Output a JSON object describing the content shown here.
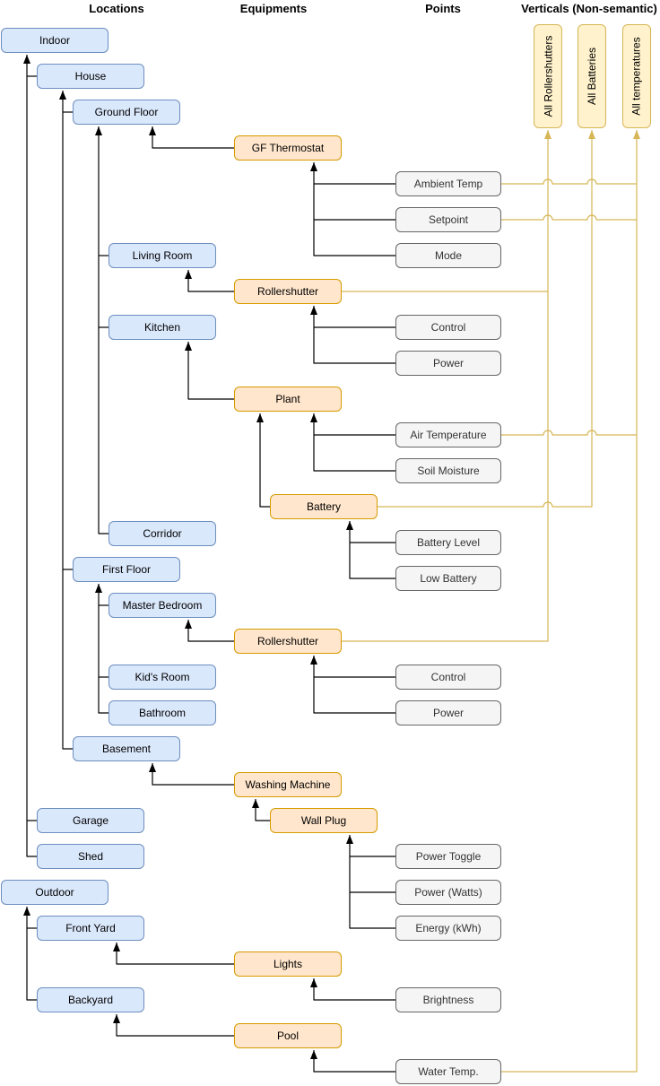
{
  "headers": {
    "locations": "Locations",
    "equipments": "Equipments",
    "points": "Points",
    "verticals": "Verticals (Non-semantic)"
  },
  "locations": {
    "indoor": "Indoor",
    "house": "House",
    "ground_floor": "Ground Floor",
    "living_room": "Living Room",
    "kitchen": "Kitchen",
    "corridor": "Corridor",
    "first_floor": "First Floor",
    "master_bedroom": "Master Bedroom",
    "kids_room": "Kid's Room",
    "bathroom": "Bathroom",
    "basement": "Basement",
    "garage": "Garage",
    "shed": "Shed",
    "outdoor": "Outdoor",
    "front_yard": "Front Yard",
    "backyard": "Backyard"
  },
  "equipments": {
    "gf_thermostat": "GF Thermostat",
    "rollershutter_gf": "Rollershutter",
    "plant": "Plant",
    "battery": "Battery",
    "rollershutter_mb": "Rollershutter",
    "washing_machine": "Washing Machine",
    "wall_plug": "Wall Plug",
    "lights": "Lights",
    "pool": "Pool"
  },
  "points": {
    "ambient_temp": "Ambient Temp",
    "setpoint": "Setpoint",
    "mode": "Mode",
    "control_gf": "Control",
    "power_gf": "Power",
    "air_temperature": "Air Temperature",
    "soil_moisture": "Soil Moisture",
    "battery_level": "Battery Level",
    "low_battery": "Low Battery",
    "control_mb": "Control",
    "power_mb": "Power",
    "power_toggle": "Power Toggle",
    "power_watts": "Power (Watts)",
    "energy_kwh": "Energy (kWh)",
    "brightness": "Brightness",
    "water_temp": "Water Temp."
  },
  "verticals": {
    "all_rollershutters": "All Rollershutters",
    "all_batteries": "All Batteries",
    "all_temperatures": "All temperatures"
  },
  "colors": {
    "location_fill": "#dae8fc",
    "location_stroke": "#6c8ebf",
    "equipment_fill": "#ffe6cc",
    "equipment_stroke": "#d79b00",
    "point_fill": "#f5f5f5",
    "point_stroke": "#666666",
    "vertical_fill": "#fff2cc",
    "vertical_stroke": "#d6b656",
    "semantic_link": "#000000",
    "nonsemantic_link": "#d6b656"
  }
}
